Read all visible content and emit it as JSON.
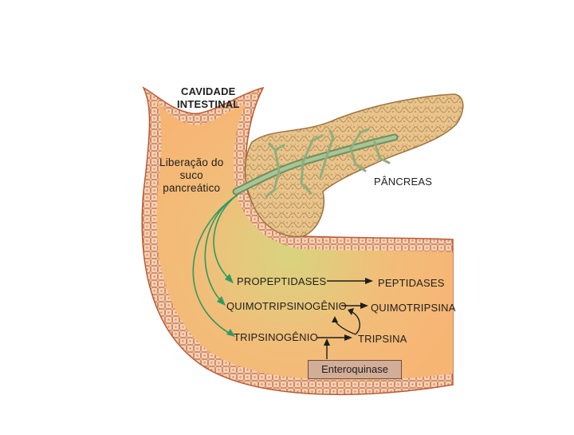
{
  "labels": {
    "cavity_line1": "CAVIDADE",
    "cavity_line2": "INTESTINAL",
    "release_line1": "Liberação do",
    "release_line2": "suco",
    "release_line3": "pancreático",
    "pancreas": "PÂNCREAS",
    "propeptidases": "PROPEPTIDASES",
    "peptidases": "PEPTIDASES",
    "chymotrypsinogen": "QUIMOTRIPSINOGÊNIO",
    "chymotrypsin": "QUIMOTRIPSINA",
    "trypsinogen": "TRIPSINOGÊNIO",
    "trypsin": "TRIPSINA",
    "enterokinase": "Enteroquinase"
  },
  "colors": {
    "lumen": "#f6b877",
    "lumen_center": "#d9d27c",
    "wall_cells": "#f3c3a0",
    "wall_border": "#c0603a",
    "pancreas": "#e3bf86",
    "pancreas_dark": "#b88a4f",
    "duct": "#8fae7e",
    "juice_arrow": "#2e9a62",
    "reaction_arrow": "#1e1e1e"
  }
}
